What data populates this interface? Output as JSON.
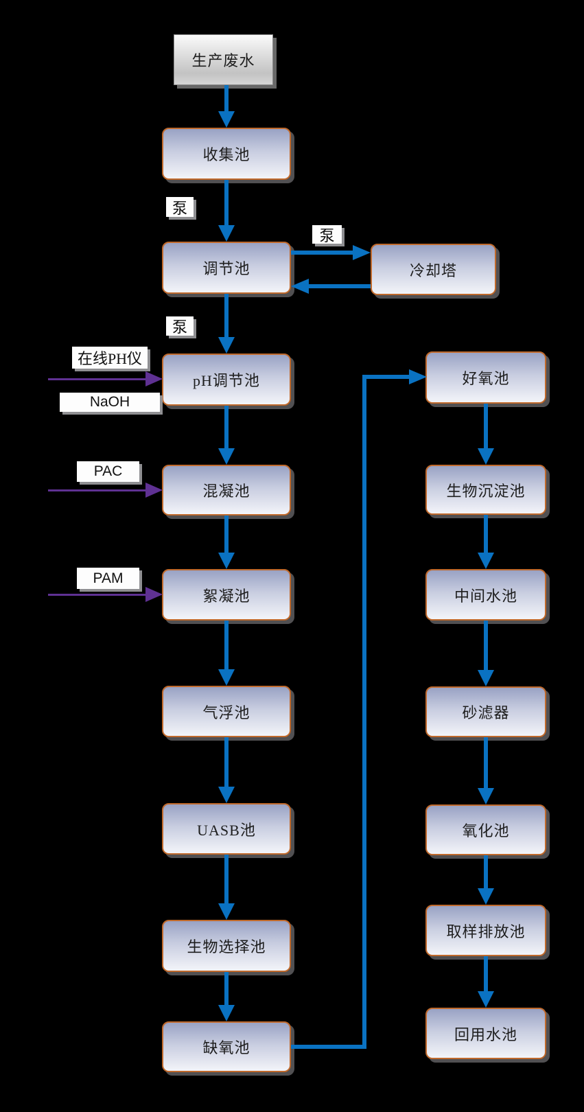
{
  "diagram_type": "wastewater-treatment-process-flowchart",
  "colors": {
    "background": "#000000",
    "flow_arrow_blue": "#0A72C2",
    "dosing_arrow_purple": "#5F3193",
    "node_border_orange": "#C0692B",
    "node_gradient_top": "#99A2C4",
    "node_gradient_bottom": "#F3F4F9",
    "start_node_gray": "#C3C3C3",
    "tag_background": "#FDFDFD"
  },
  "nodes": {
    "production_wastewater": {
      "label": "生产废水"
    },
    "collection_pool": {
      "label": "收集池"
    },
    "regulation_pool": {
      "label": "调节池"
    },
    "cooling_tower": {
      "label": "冷却塔"
    },
    "ph_adjust_pool": {
      "label": "pH调节池"
    },
    "coagulation_pool": {
      "label": "混凝池"
    },
    "flocculation_pool": {
      "label": "絮凝池"
    },
    "air_flotation_pool": {
      "label": "气浮池"
    },
    "uasb_pool": {
      "label": "UASB池"
    },
    "bio_selection_pool": {
      "label": "生物选择池"
    },
    "anoxic_pool": {
      "label": "缺氧池"
    },
    "aerobic_pool": {
      "label": "好氧池"
    },
    "bio_sedimentation_pool": {
      "label": "生物沉淀池"
    },
    "intermediate_pool": {
      "label": "中间水池"
    },
    "sand_filter": {
      "label": "砂滤器"
    },
    "oxidation_pool": {
      "label": "氧化池"
    },
    "sampling_discharge_pool": {
      "label": "取样排放池"
    },
    "reuse_pool": {
      "label": "回用水池"
    }
  },
  "tags": {
    "pump1": {
      "label": "泵"
    },
    "pump2": {
      "label": "泵"
    },
    "pump3": {
      "label": "泵"
    },
    "online_ph_meter": {
      "label": "在线PH仪"
    },
    "naoh": {
      "label": "NaOH"
    },
    "pac": {
      "label": "PAC"
    },
    "pam": {
      "label": "PAM"
    }
  },
  "edges": [
    {
      "from": "生产废水",
      "to": "收集池",
      "type": "flow"
    },
    {
      "from": "收集池",
      "to": "调节池",
      "type": "flow",
      "label": "泵"
    },
    {
      "from": "调节池",
      "to": "冷却塔",
      "type": "flow",
      "label": "泵"
    },
    {
      "from": "冷却塔",
      "to": "调节池",
      "type": "flow"
    },
    {
      "from": "调节池",
      "to": "pH调节池",
      "type": "flow",
      "label": "泵"
    },
    {
      "from": "在线PH仪 / NaOH",
      "to": "pH调节池",
      "type": "dosing"
    },
    {
      "from": "pH调节池",
      "to": "混凝池",
      "type": "flow"
    },
    {
      "from": "PAC",
      "to": "混凝池",
      "type": "dosing"
    },
    {
      "from": "混凝池",
      "to": "絮凝池",
      "type": "flow"
    },
    {
      "from": "PAM",
      "to": "絮凝池",
      "type": "dosing"
    },
    {
      "from": "絮凝池",
      "to": "气浮池",
      "type": "flow"
    },
    {
      "from": "气浮池",
      "to": "UASB池",
      "type": "flow"
    },
    {
      "from": "UASB池",
      "to": "生物选择池",
      "type": "flow"
    },
    {
      "from": "生物选择池",
      "to": "缺氧池",
      "type": "flow"
    },
    {
      "from": "缺氧池",
      "to": "好氧池",
      "type": "flow"
    },
    {
      "from": "好氧池",
      "to": "生物沉淀池",
      "type": "flow"
    },
    {
      "from": "生物沉淀池",
      "to": "中间水池",
      "type": "flow"
    },
    {
      "from": "中间水池",
      "to": "砂滤器",
      "type": "flow"
    },
    {
      "from": "砂滤器",
      "to": "氧化池",
      "type": "flow"
    },
    {
      "from": "氧化池",
      "to": "取样排放池",
      "type": "flow"
    },
    {
      "from": "取样排放池",
      "to": "回用水池",
      "type": "flow"
    }
  ]
}
